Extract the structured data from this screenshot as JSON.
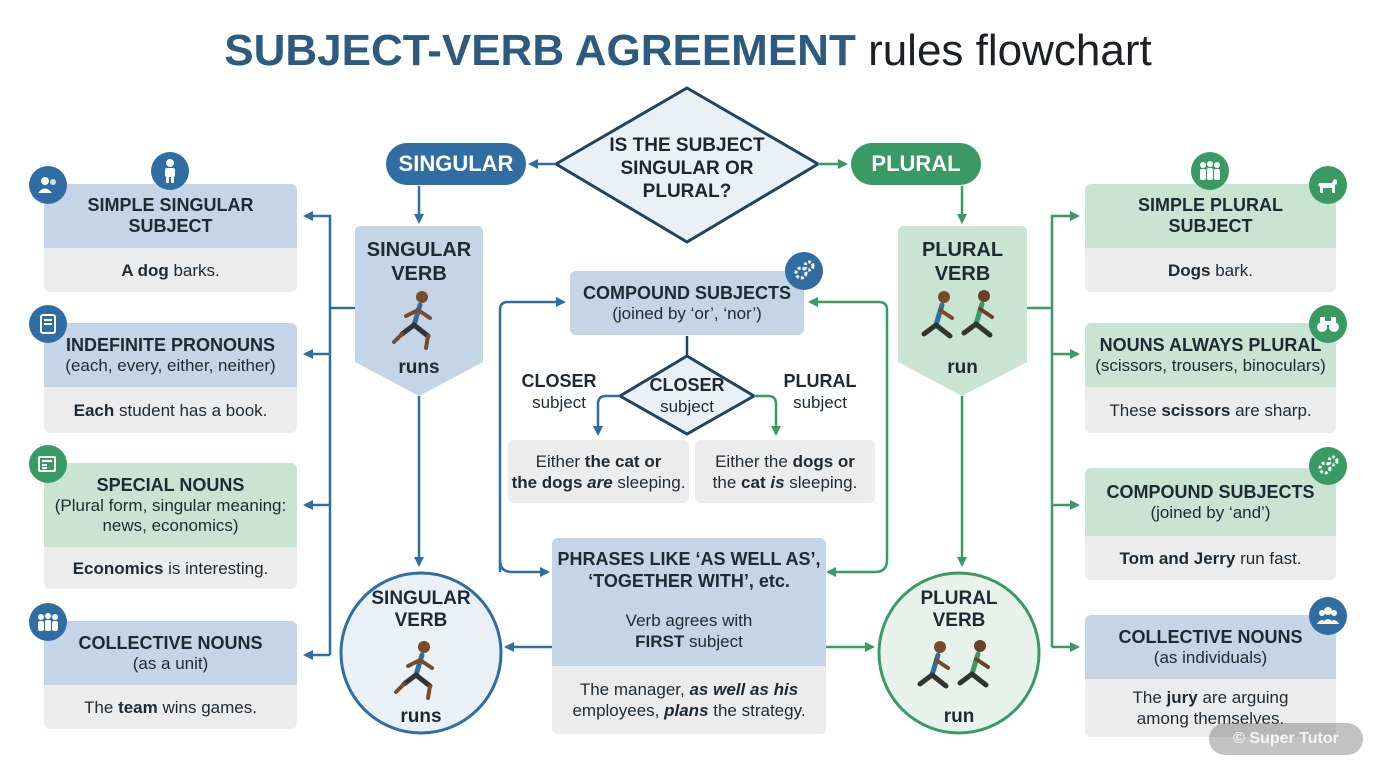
{
  "title": {
    "bold": "SUBJECT-VERB AGREEMENT",
    "rest": "rules flowchart"
  },
  "decision": {
    "line1": "IS THE SUBJECT",
    "line2": "SINGULAR OR",
    "line3": "PLURAL?"
  },
  "branches": {
    "singular": "SINGULAR",
    "plural": "PLURAL"
  },
  "singular_verb": {
    "line1": "SINGULAR",
    "line2": "VERB",
    "example": "runs"
  },
  "plural_verb": {
    "line1": "PLURAL",
    "line2": "VERB",
    "example": "run"
  },
  "left_cards": [
    {
      "title": "SIMPLE SINGULAR",
      "title2": "SUBJECT",
      "sub": "",
      "ex_pre": "",
      "ex_b": "A dog",
      "ex_post": " barks.",
      "icon": "people-icon"
    },
    {
      "title": "INDEFINITE PRONOUNS",
      "title2": "",
      "sub": "(each, every, either, neither)",
      "ex_pre": "",
      "ex_b": "Each",
      "ex_post": " student has a book.",
      "icon": "book-icon"
    },
    {
      "title": "SPECIAL NOUNS",
      "title2": "",
      "sub": "(Plural form, singular meaning:",
      "sub2": "news, economics)",
      "ex_pre": "",
      "ex_b": "Economics",
      "ex_post": " is interesting.",
      "icon": "newspaper-icon"
    },
    {
      "title": "COLLECTIVE NOUNS",
      "title2": "",
      "sub": "(as a unit)",
      "ex_pre": "The ",
      "ex_b": "team",
      "ex_post": " wins games.",
      "icon": "team-icon"
    }
  ],
  "right_cards": [
    {
      "title": "SIMPLE PLURAL",
      "title2": "SUBJECT",
      "sub": "",
      "ex_pre": "",
      "ex_b": "Dogs",
      "ex_post": " bark.",
      "icon": "dog-icon"
    },
    {
      "title": "NOUNS ALWAYS PLURAL",
      "title2": "",
      "sub": "(scissors, trousers, binoculars)",
      "ex_pre": "These ",
      "ex_b": "scissors",
      "ex_post": " are sharp.",
      "icon": "binoculars-icon"
    },
    {
      "title": "COMPOUND SUBJECTS",
      "title2": "",
      "sub": "(joined by ‘and’)",
      "ex_pre": "",
      "ex_b": "Tom and Jerry",
      "ex_post": " run fast.",
      "icon": "gears-icon"
    },
    {
      "title": "COLLECTIVE NOUNS",
      "title2": "",
      "sub": "(as individuals)",
      "ex_pre": "The ",
      "ex_b": "jury",
      "ex_post": " are arguing",
      "ex_line2": "among themselves.",
      "icon": "group-icon"
    }
  ],
  "compound_or": {
    "title": "COMPOUND SUBJECTS",
    "sub": "(joined by ‘or’, ‘nor’)",
    "decision_l1": "CLOSER",
    "decision_l2": "subject",
    "left_label_1": "CLOSER",
    "left_label_2": "subject",
    "right_label_1": "PLURAL",
    "right_label_2": "subject",
    "left_example": {
      "a": "Either ",
      "b": "the cat or",
      "c": "the dogs ",
      "d": "are",
      "e": " sleeping."
    },
    "right_example": {
      "a": "Either the ",
      "b": "dogs or",
      "c": "the ",
      "d": "cat",
      "e": " ",
      "f": "is",
      "g": " sleeping."
    }
  },
  "phrases": {
    "title1": "PHRASES LIKE ‘AS WELL AS’,",
    "title2": "‘TOGETHER WITH’, etc.",
    "rule1": "Verb agrees with",
    "rule2_b": "FIRST",
    "rule2_post": " subject",
    "ex_pre": "The manager, ",
    "ex_b1": "as well as his",
    "ex_mid": "employees, ",
    "ex_b2": "plans",
    "ex_post": " the strategy."
  },
  "watermark": "© Super Tutor",
  "colors": {
    "blue": "#2f6da3",
    "green": "#3a9a63",
    "title_blue": "#2d5a7f"
  }
}
